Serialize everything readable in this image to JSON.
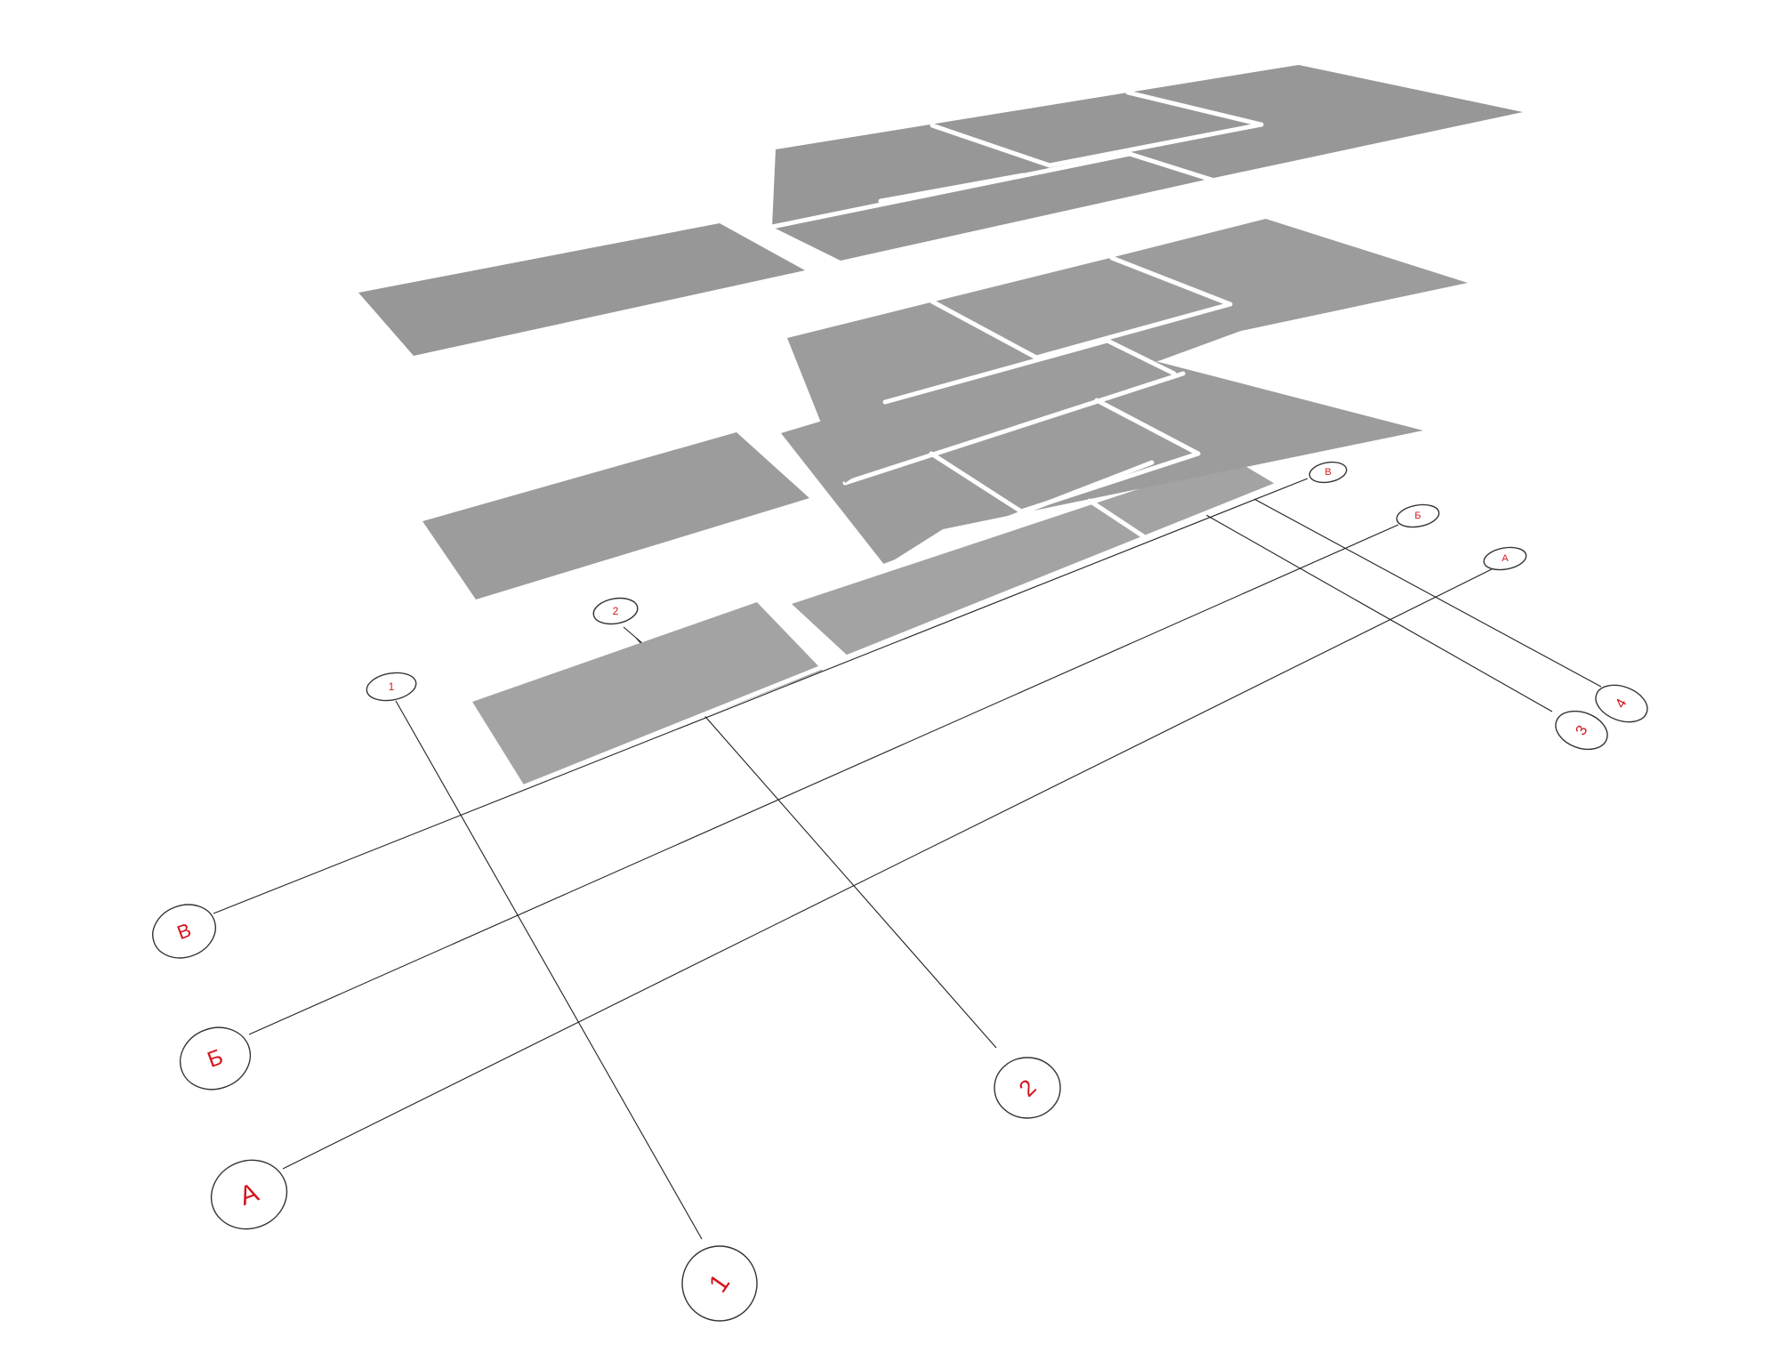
{
  "grid_axes": {
    "letters": [
      "А",
      "Б",
      "В"
    ],
    "numbers": [
      "1",
      "2",
      "3",
      "4"
    ]
  },
  "colors": {
    "slab": "#a3a3a3",
    "label": "#d4161d",
    "line": "#222222"
  }
}
